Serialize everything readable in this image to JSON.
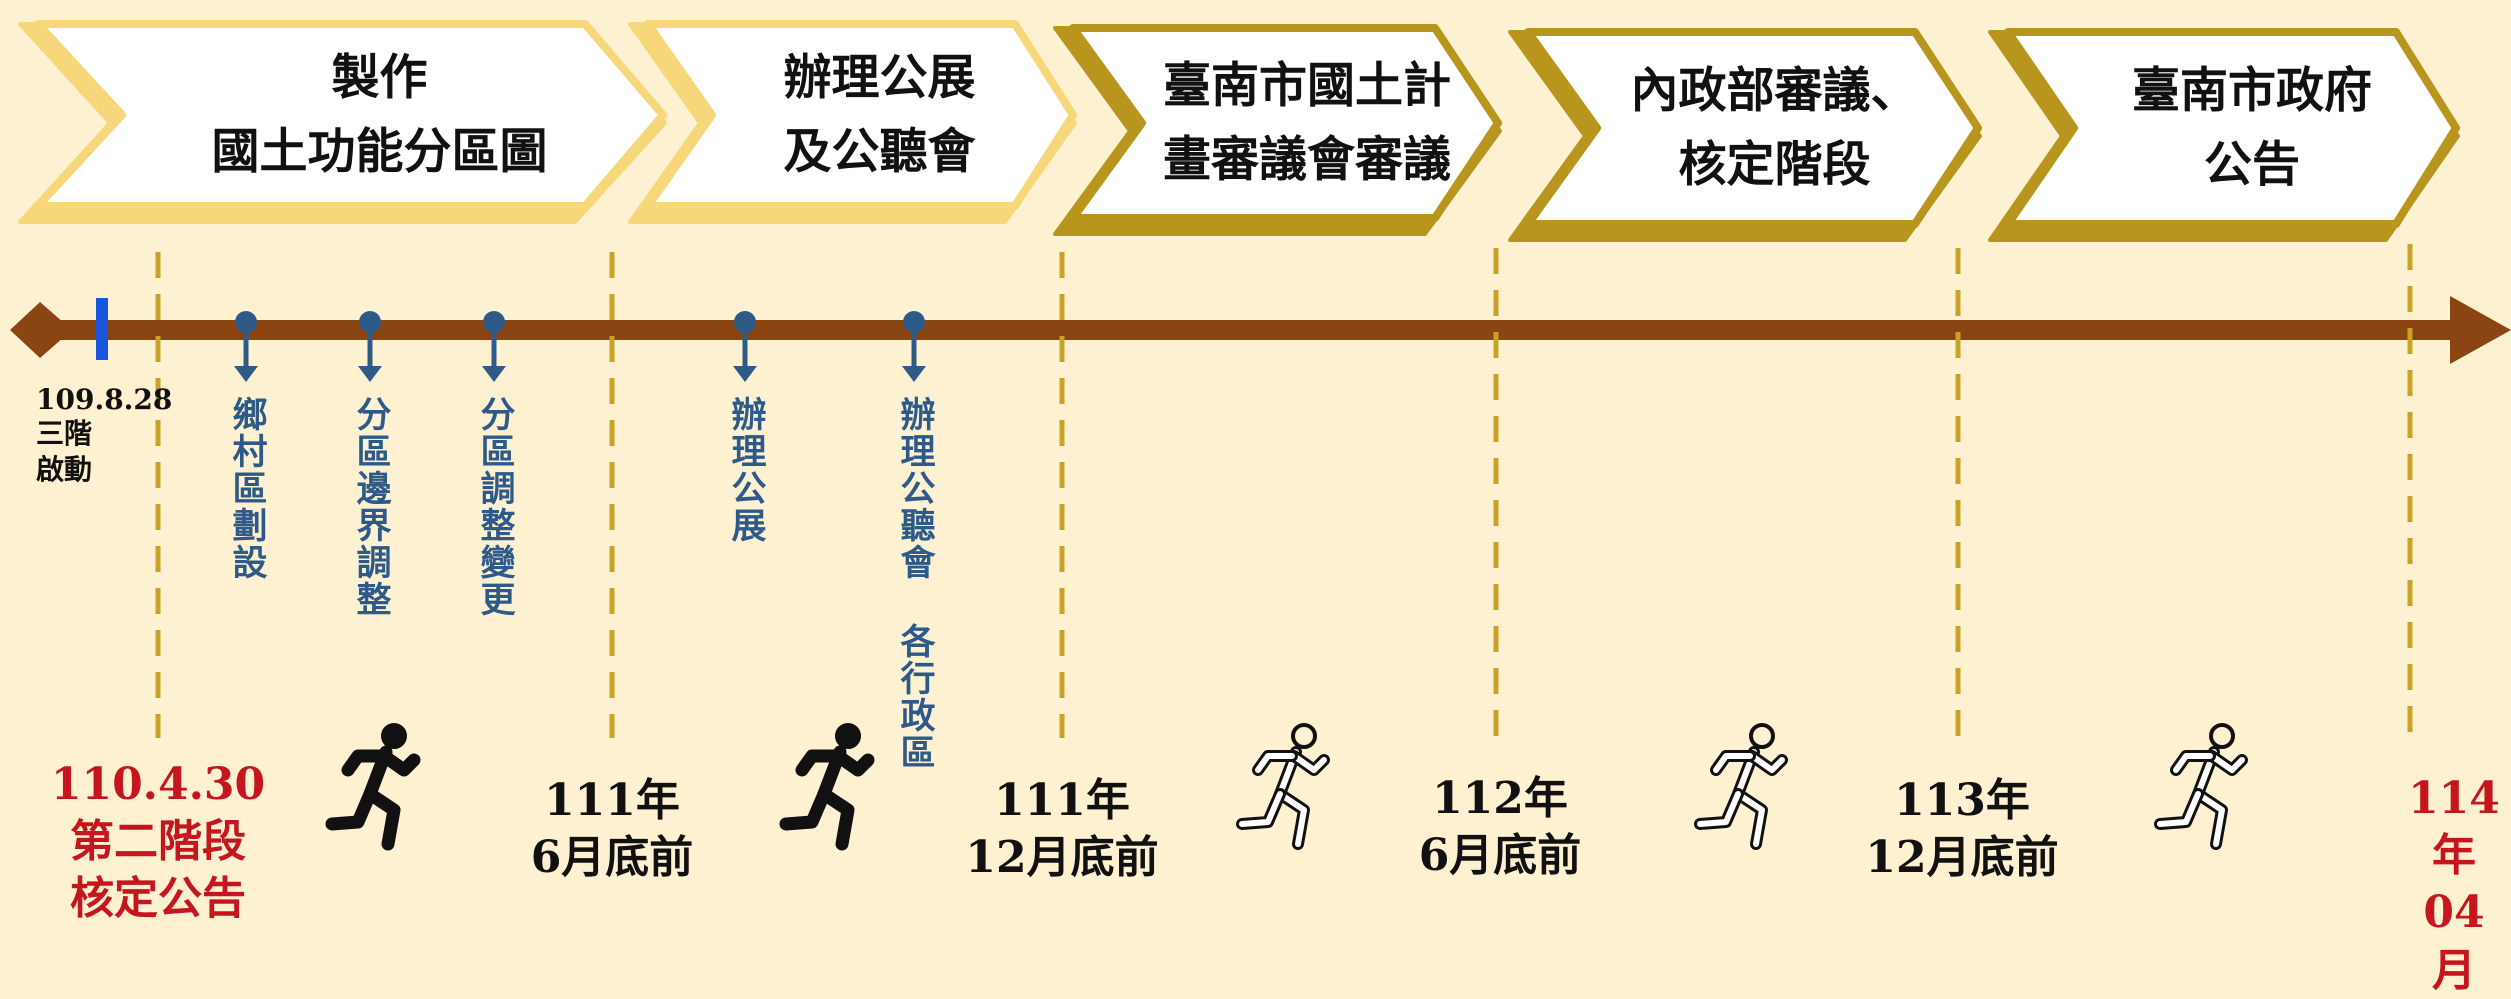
{
  "stages": [
    {
      "title": "製作\n國土功能分區圖",
      "style": "light"
    },
    {
      "title": "辦理公展\n及公聽會",
      "style": "light"
    },
    {
      "title": "臺南市國土計\n畫審議會審議",
      "style": "dark"
    },
    {
      "title": "內政部審議、\n核定階段",
      "style": "dark"
    },
    {
      "title": "臺南市政府\n公告",
      "style": "dark"
    }
  ],
  "start": {
    "date": "109.8.28",
    "text": "三階\n啟動"
  },
  "events": [
    {
      "label": "鄉村區劃設"
    },
    {
      "label": "分區邊界調整"
    },
    {
      "label": "分區調整變更"
    },
    {
      "label": "辦理公展"
    },
    {
      "label": "辦理公聽會 各行政區"
    }
  ],
  "milestones": [
    {
      "text": "110.4.30\n第二階段\n核定公告",
      "color": "red"
    },
    {
      "text": "111年\n6月底前",
      "color": "black"
    },
    {
      "text": "111年\n12月底前",
      "color": "black"
    },
    {
      "text": "112年\n6月底前",
      "color": "black"
    },
    {
      "text": "113年\n12月底前",
      "color": "black"
    },
    {
      "text": "114年\n04月",
      "color": "red"
    }
  ],
  "runners": [
    {
      "style": "filled"
    },
    {
      "style": "filled"
    },
    {
      "style": "outline"
    },
    {
      "style": "outline"
    },
    {
      "style": "outline"
    }
  ],
  "colors": {
    "background": "#fdf1d2",
    "axis": "#8b4513",
    "dashed": "#c9a227",
    "chevron_light": "#f6d77a",
    "chevron_dark": "#b8961e",
    "event_label": "#2e5a8a",
    "event_arrow": "#2d5a87",
    "start_marker": "#1a56db",
    "highlight": "#c4161c"
  }
}
